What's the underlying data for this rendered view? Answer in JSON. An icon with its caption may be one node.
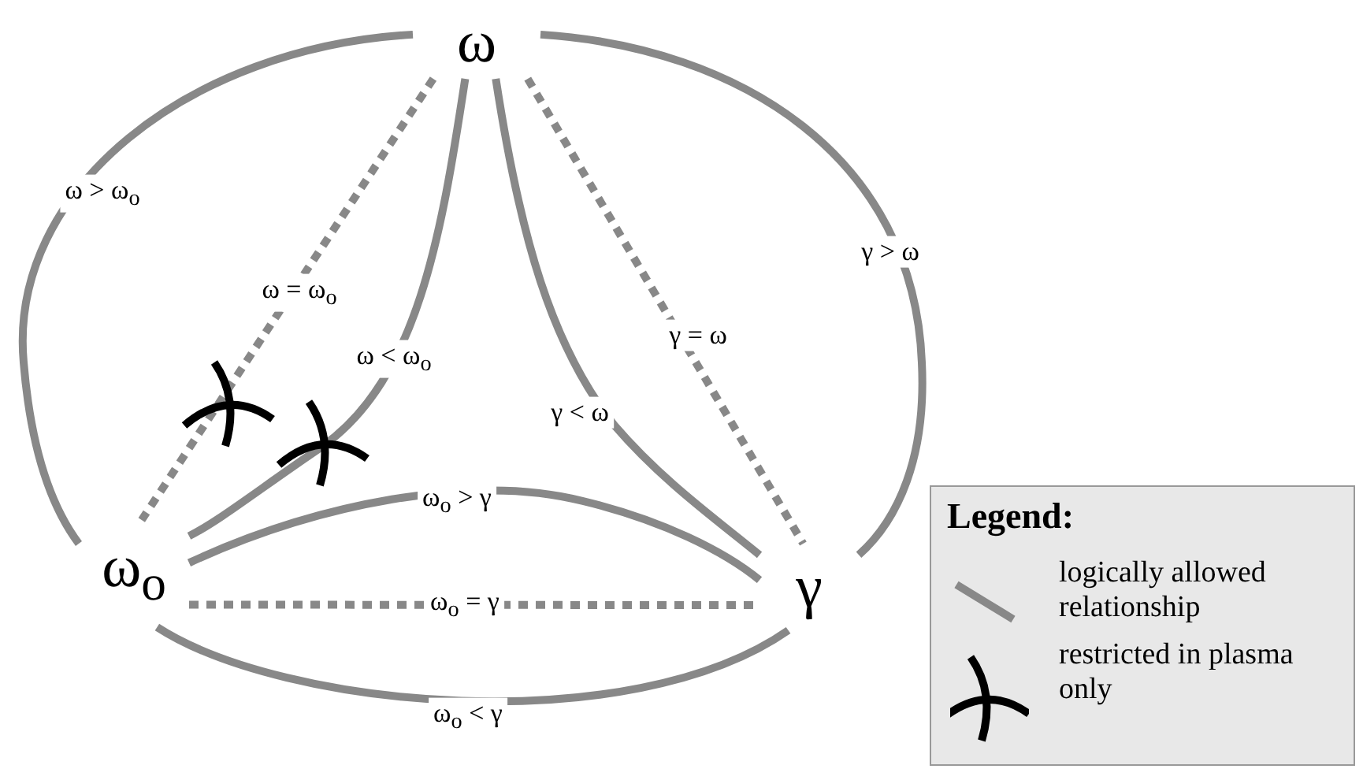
{
  "diagram": {
    "nodes": [
      {
        "text": [
          "ω"
        ]
      },
      {
        "text": [
          "ω$_{o}$"
        ]
      },
      {
        "text": [
          "γ"
        ]
      }
    ],
    "edges": [
      {
        "from": 0,
        "to": 1,
        "arrow": "none",
        "label": "ω > ω$_{o}$"
      },
      {
        "from": 0,
        "to": 1,
        "arrow": "none",
        "label": "ω = ω$_{o}$",
        "style": "dashed"
      },
      {
        "from": 0,
        "to": 1,
        "arrow": "none",
        "label": "ω < ω$_{o}$"
      },
      {
        "from": 0,
        "to": 2,
        "arrow": "none",
        "label": "γ = ω",
        "style": "dashed"
      },
      {
        "from": 0,
        "to": 2,
        "arrow": "none",
        "label": "γ < ω"
      },
      {
        "from": 0,
        "to": 2,
        "arrow": "none",
        "label": "γ > ω"
      },
      {
        "from": 1,
        "to": 2,
        "arrow": "none",
        "label": "ω$_{o}$ > γ"
      },
      {
        "from": 1,
        "to": 2,
        "arrow": "none",
        "label": "ω$_{o}$ = γ",
        "style": "dashed"
      },
      {
        "from": 1,
        "to": 2,
        "arrow": "none",
        "label": "ω$_{o}$ < γ"
      }
    ],
    "labels": [
      "Legend:"
    ],
    "legend": [
      {
        "text": "logically allowed relationship"
      },
      {
        "text": "restricted in plasma only"
      }
    ]
  }
}
